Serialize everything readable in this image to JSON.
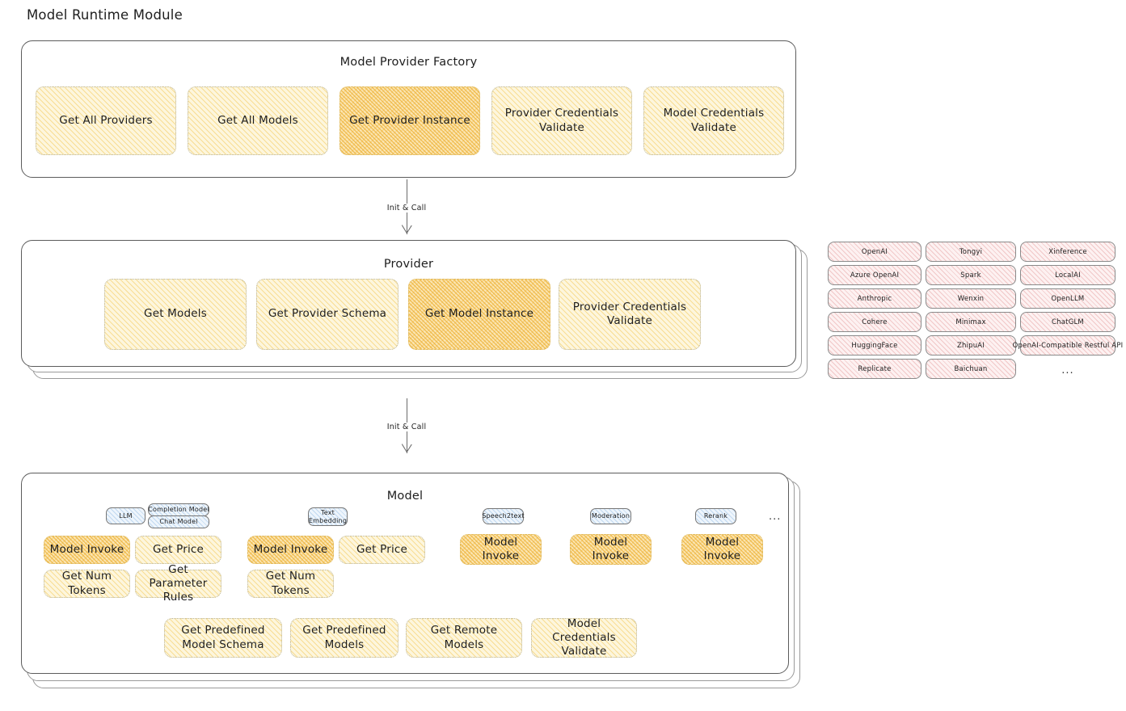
{
  "page": {
    "title": "Model Runtime Module"
  },
  "factory": {
    "title": "Model Provider Factory",
    "methods": [
      {
        "label": "Get All Providers",
        "highlighted": false
      },
      {
        "label": "Get All Models",
        "highlighted": false
      },
      {
        "label": "Get Provider Instance",
        "highlighted": true
      },
      {
        "label": "Provider Credentials Validate",
        "highlighted": false
      },
      {
        "label": "Model Credentials Validate",
        "highlighted": false
      }
    ]
  },
  "arrows": [
    {
      "label": "Init & Call"
    },
    {
      "label": "Init & Call"
    }
  ],
  "provider": {
    "title": "Provider",
    "methods": [
      {
        "label": "Get Models",
        "highlighted": false
      },
      {
        "label": "Get Provider Schema",
        "highlighted": false
      },
      {
        "label": "Get Model Instance",
        "highlighted": true
      },
      {
        "label": "Provider Credentials Validate",
        "highlighted": false
      }
    ]
  },
  "provider_list": {
    "ellipsis": "...",
    "columns": [
      [
        "OpenAI",
        "Azure OpenAI",
        "Anthropic",
        "Cohere",
        "HuggingFace",
        "Replicate"
      ],
      [
        "Tongyi",
        "Spark",
        "Wenxin",
        "Minimax",
        "ZhipuAI",
        "Baichuan"
      ],
      [
        "Xinference",
        "LocalAI",
        "OpenLLM",
        "ChatGLM",
        "OpenAI-Compatible Restful API"
      ]
    ]
  },
  "model": {
    "title": "Model",
    "ellipsis": "...",
    "groups": [
      {
        "chip": "LLM",
        "sub_chips": [
          "Completion Model",
          "Chat Model"
        ],
        "methods": [
          {
            "label": "Model Invoke",
            "highlighted": true
          },
          {
            "label": "Get Price",
            "highlighted": false
          },
          {
            "label": "Get Num Tokens",
            "highlighted": false
          },
          {
            "label": "Get Parameter Rules",
            "highlighted": false
          }
        ]
      },
      {
        "chip": "Text Embedding",
        "sub_chips": [],
        "methods": [
          {
            "label": "Model Invoke",
            "highlighted": true
          },
          {
            "label": "Get Price",
            "highlighted": false
          },
          {
            "label": "Get Num Tokens",
            "highlighted": false
          }
        ]
      },
      {
        "chip": "Speech2text",
        "sub_chips": [],
        "methods": [
          {
            "label": "Model Invoke",
            "highlighted": true
          }
        ]
      },
      {
        "chip": "Moderation",
        "sub_chips": [],
        "methods": [
          {
            "label": "Model Invoke",
            "highlighted": true
          }
        ]
      },
      {
        "chip": "Rerank",
        "sub_chips": [],
        "methods": [
          {
            "label": "Model Invoke",
            "highlighted": true
          }
        ]
      }
    ],
    "common_methods": [
      {
        "label": "Get Predefined Model Schema"
      },
      {
        "label": "Get Predefined Models"
      },
      {
        "label": "Get Remote Models"
      },
      {
        "label": "Model Credentials Validate"
      }
    ]
  },
  "colors": {
    "canvas": "#ffffff",
    "stroke": "#1e1e1e",
    "yellow_fill": "#fdf6dd",
    "yellow_hatch": "#f3c858",
    "yellow_highlight_fill": "#fbe6b4",
    "yellow_highlight_hatch": "#ebac28",
    "pink_fill": "#fdf1f1",
    "pink_hatch": "#e08a8a",
    "blue_fill": "#eef5fc",
    "blue_hatch": "#78aadc",
    "panel_border": "#5c5c5c"
  }
}
